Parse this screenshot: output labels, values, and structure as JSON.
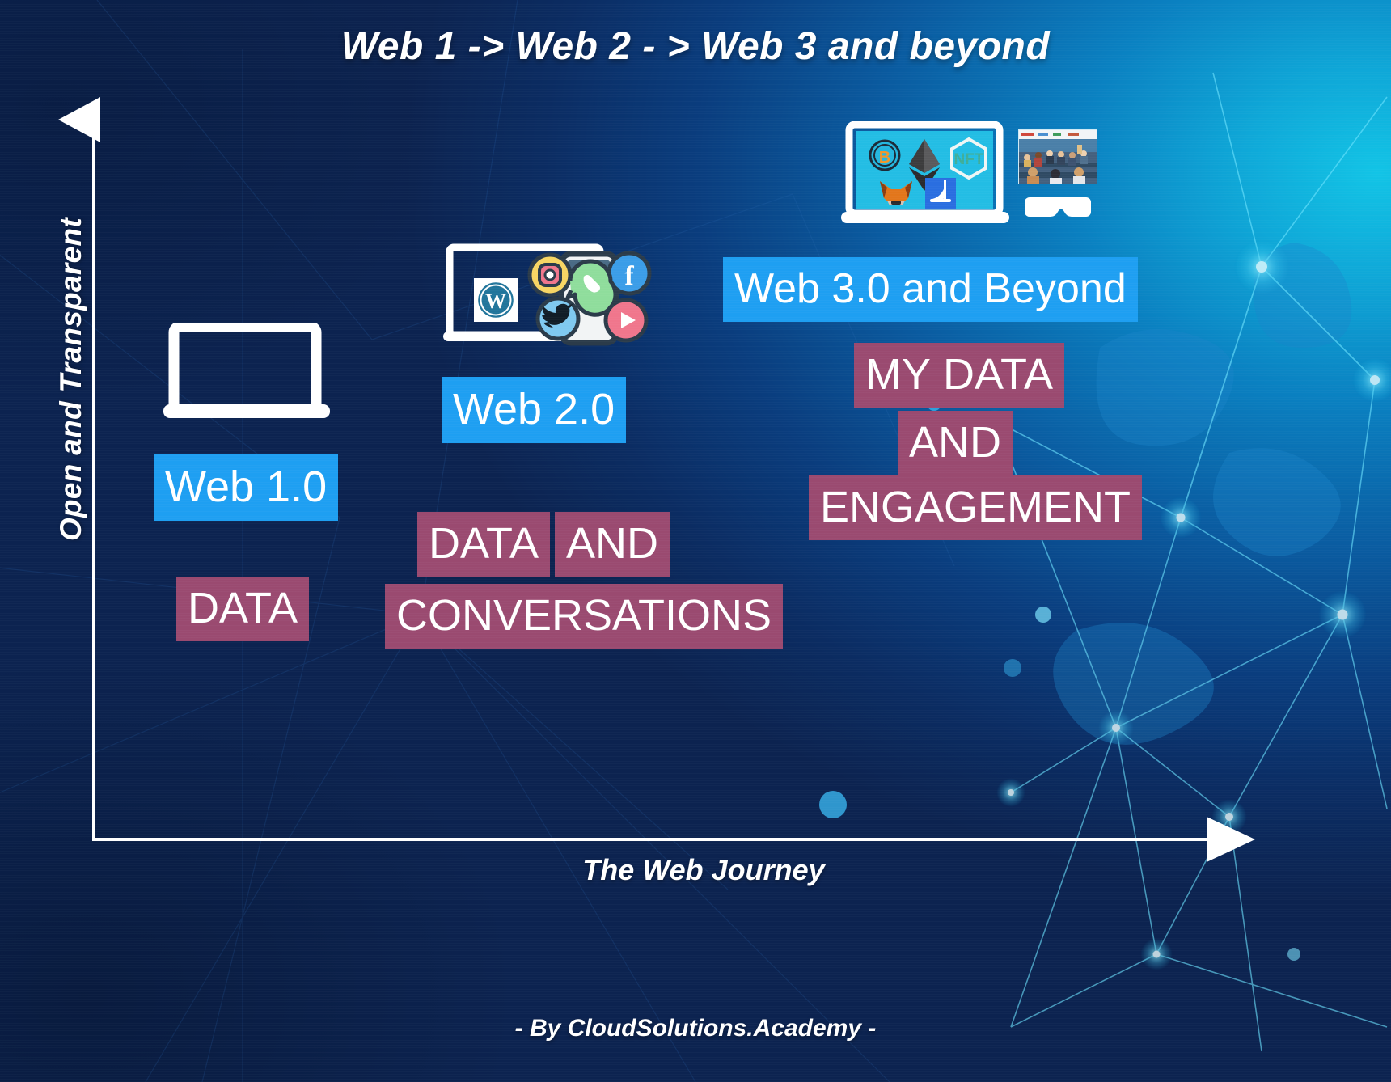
{
  "title": "Web 1 -> Web 2 - > Web 3 and beyond",
  "footer": "- By CloudSolutions.Academy -",
  "axes": {
    "y_label": "Open and Transparent",
    "x_label": "The Web Journey"
  },
  "colors": {
    "highlight_blue": "#1e9ff2",
    "highlight_mauve": "#9a4a70",
    "text_white": "#ffffff",
    "background_deep_blue": "#0c2350",
    "background_cyan": "#12c4e6"
  },
  "stages": [
    {
      "id": "web1",
      "label": "Web 1.0",
      "label_style": "blue",
      "badges": [
        "DATA"
      ],
      "icons": [
        "laptop-outline-icon"
      ]
    },
    {
      "id": "web2",
      "label": "Web 2.0",
      "label_style": "blue",
      "badges": [
        "DATA",
        "AND",
        "CONVERSATIONS"
      ],
      "icons": [
        "laptop-icon",
        "wordpress-icon",
        "smartphone-icon",
        "instagram-icon",
        "whatsapp-icon",
        "twitter-icon",
        "facebook-icon",
        "youtube-icon"
      ]
    },
    {
      "id": "web3",
      "label": "Web 3.0 and Beyond",
      "label_style": "blue",
      "badges": [
        "MY",
        "DATA",
        "AND",
        "ENGAGEMENT"
      ],
      "icons": [
        "laptop-icon",
        "bitcoin-icon",
        "ethereum-icon",
        "nft-icon",
        "metamask-fox-icon",
        "opensea-icon",
        "metaverse-thumbnail",
        "vr-goggles-icon"
      ]
    }
  ],
  "chart_data": {
    "type": "scatter",
    "title": "Web 1 -> Web 2 - > Web 3 and beyond",
    "xlabel": "The Web Journey",
    "ylabel": "Open and Transparent",
    "categories": [
      "Web 1.0",
      "Web 2.0",
      "Web 3.0 and Beyond"
    ],
    "values": [
      1,
      2,
      3
    ],
    "annotations": [
      "Web 1.0 — DATA",
      "Web 2.0 — DATA AND CONVERSATIONS",
      "Web 3.0 and Beyond — MY DATA AND ENGAGEMENT"
    ],
    "grid": false,
    "legend": "none"
  }
}
